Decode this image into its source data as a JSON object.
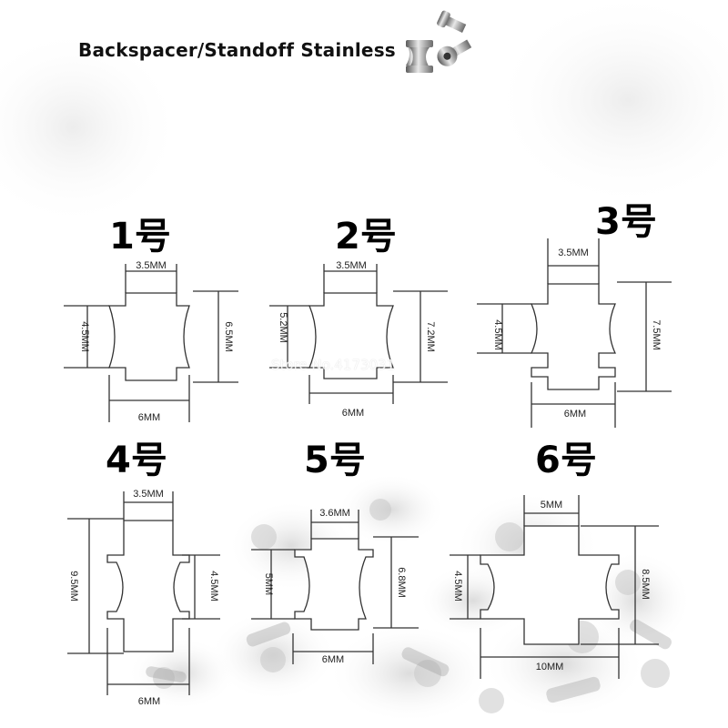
{
  "header": {
    "title": "Backspacer/Standoff  Stainless"
  },
  "watermark": "Store No.4173031",
  "parts": [
    {
      "label": "1号",
      "top": "3.5MM",
      "left": "4.5MM",
      "right": "6.5MM",
      "bottom": "6MM"
    },
    {
      "label": "2号",
      "top": "3.5MM",
      "left": "5.2MM",
      "right": "7.2MM",
      "bottom": "6MM"
    },
    {
      "label": "3号",
      "top": "3.5MM",
      "left": "4.5MM",
      "right": "7.5MM",
      "bottom": "6MM"
    },
    {
      "label": "4号",
      "top": "3.5MM",
      "left": "9.5MM",
      "right": "4.5MM",
      "bottom": "6MM"
    },
    {
      "label": "5号",
      "top": "3.6MM",
      "left": "5MM",
      "right": "6.8MM",
      "bottom": "6MM"
    },
    {
      "label": "6号",
      "top": "5MM",
      "left": "4.5MM",
      "right": "8.5MM",
      "bottom": "10MM"
    }
  ]
}
